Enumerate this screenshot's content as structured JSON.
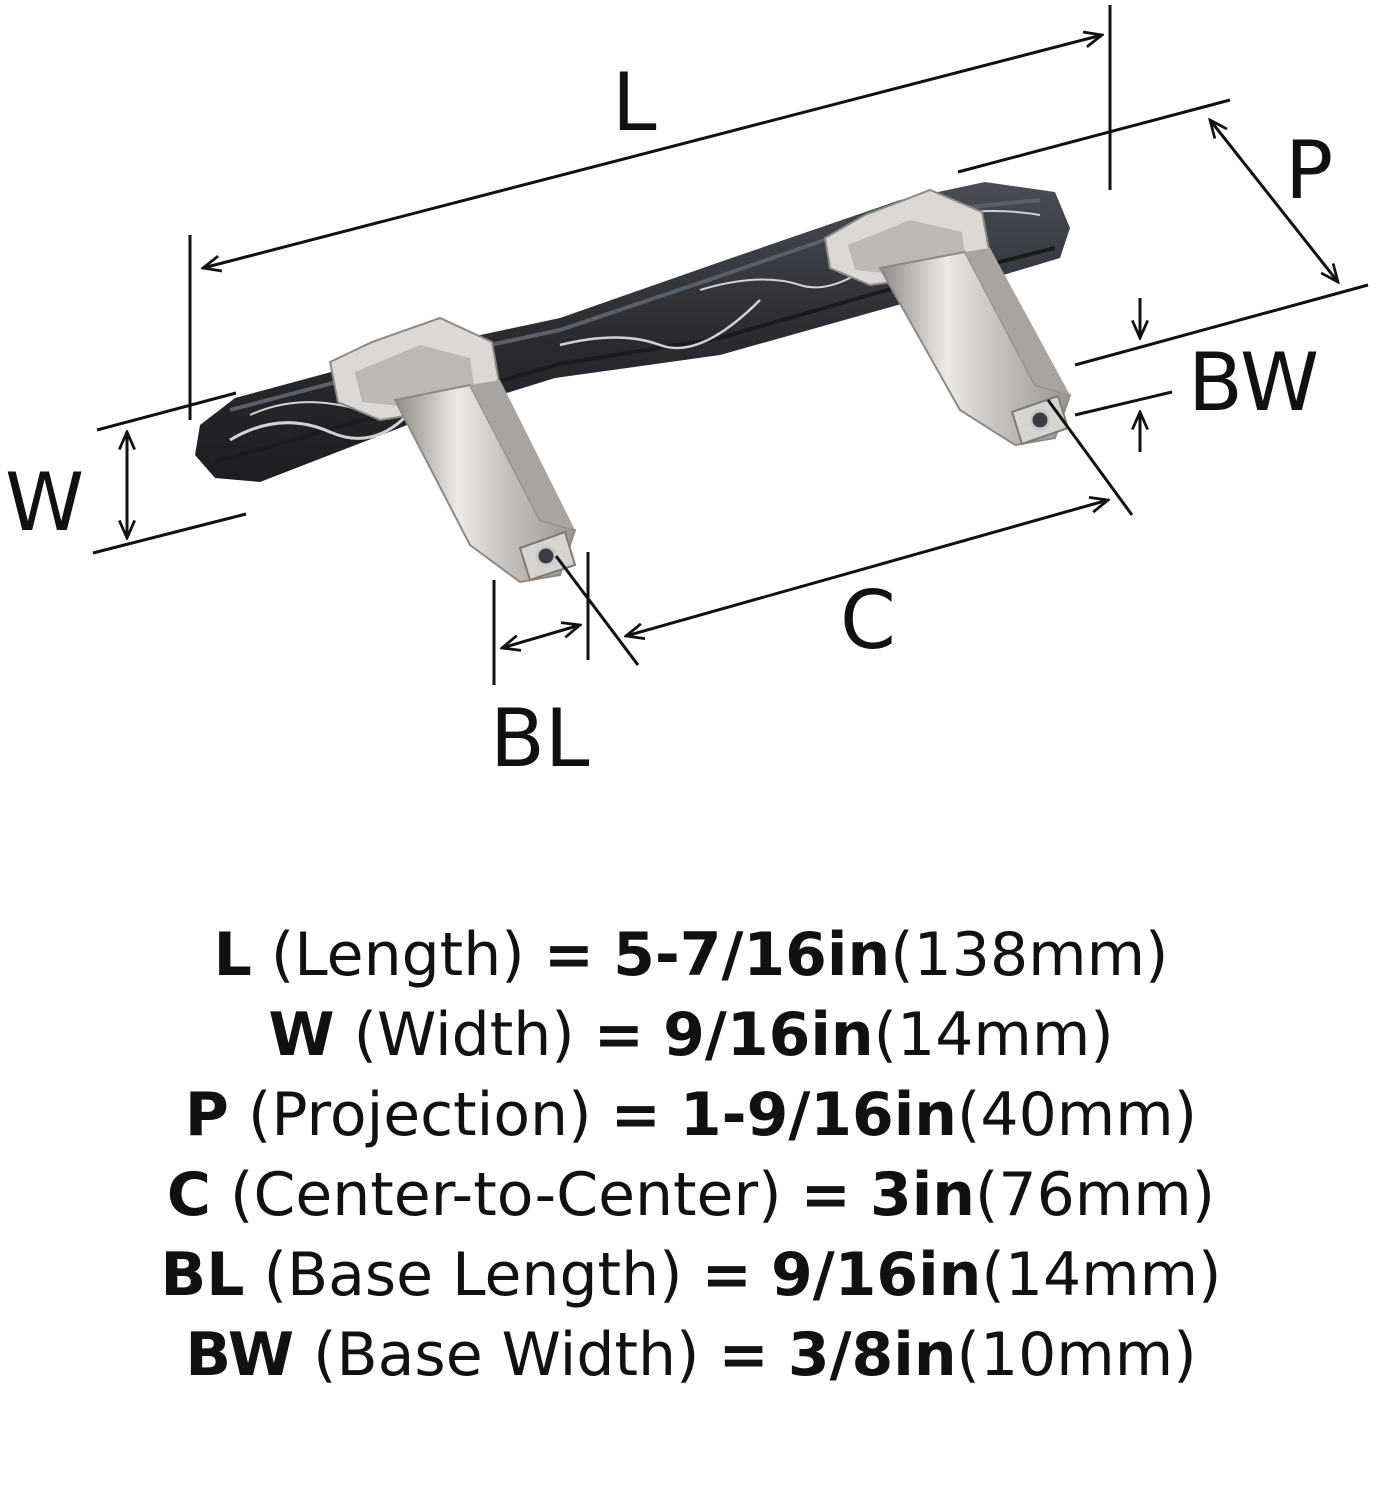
{
  "diagram": {
    "labels": {
      "L": "L",
      "P": "P",
      "BW": "BW",
      "W": "W",
      "C": "C",
      "BL": "BL"
    },
    "colors": {
      "line": "#111111",
      "handle_dark": "#2a2c31",
      "handle_mid": "#3d4047",
      "vein": "#cfd2d6",
      "metal_light": "#ece9e6",
      "metal_mid": "#c9c4bf",
      "metal_dark": "#8f8a86"
    }
  },
  "specs": [
    {
      "code": "L",
      "name": "(Length)",
      "eq": "=",
      "imperial": "5-7/16in",
      "metric": "(138mm)"
    },
    {
      "code": "W",
      "name": "(Width)",
      "eq": "=",
      "imperial": "9/16in",
      "metric": "(14mm)"
    },
    {
      "code": "P",
      "name": "(Projection)",
      "eq": "=",
      "imperial": "1-9/16in",
      "metric": "(40mm)"
    },
    {
      "code": "C",
      "name": "(Center-to-Center)",
      "eq": "=",
      "imperial": "3in",
      "metric": "(76mm)"
    },
    {
      "code": "BL",
      "name": "(Base Length)",
      "eq": "=",
      "imperial": "9/16in",
      "metric": "(14mm)"
    },
    {
      "code": "BW",
      "name": "(Base Width)",
      "eq": "=",
      "imperial": "3/8in",
      "metric": "(10mm)"
    }
  ]
}
